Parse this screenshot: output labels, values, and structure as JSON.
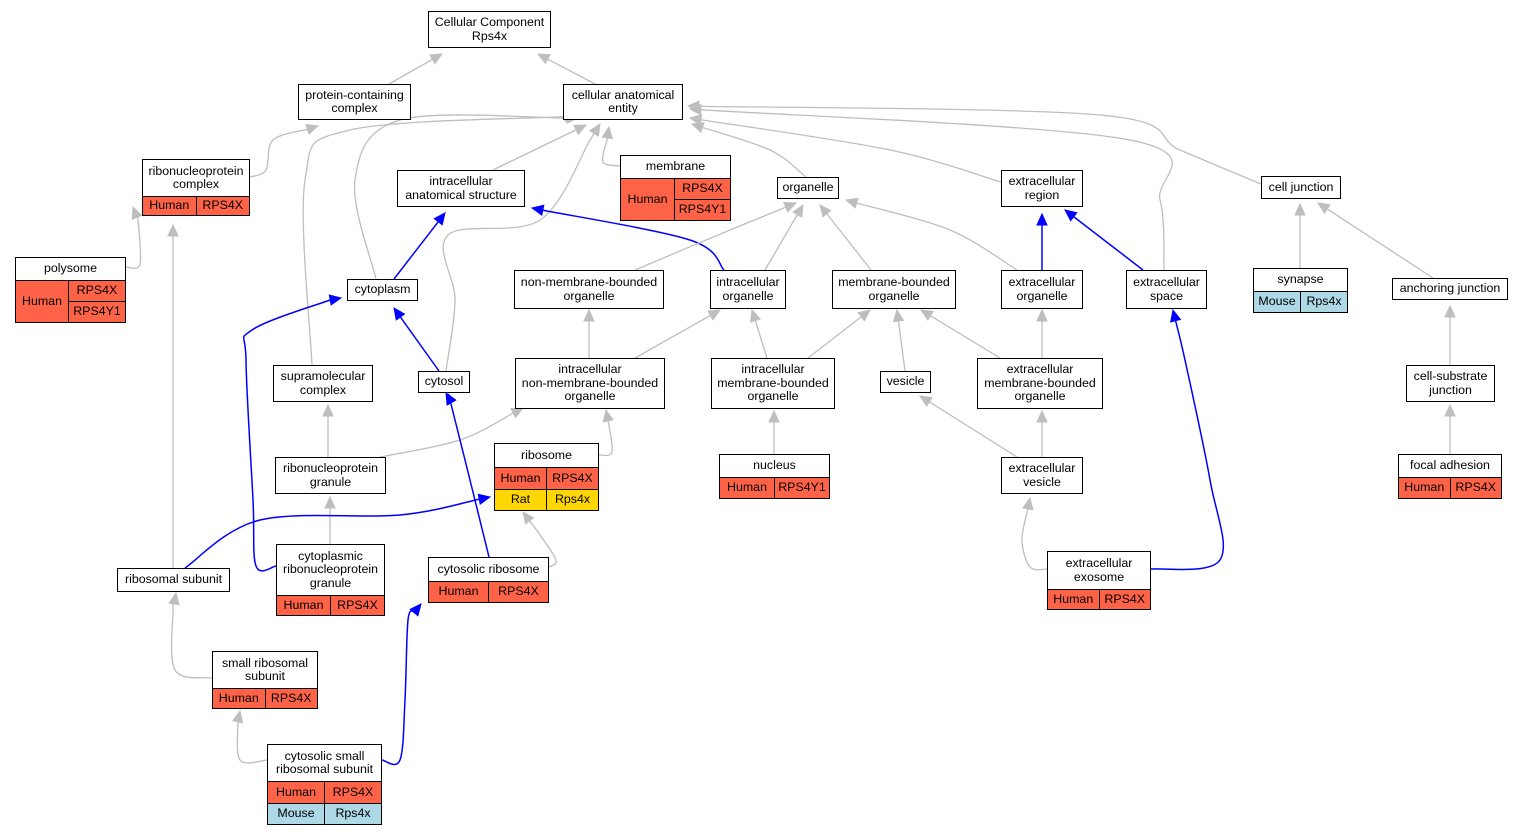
{
  "colors": {
    "is_a_edge": "#bebebe",
    "part_of_edge": "#0000ff",
    "Human": "#ff6347",
    "Rat": "#ffd700",
    "Mouse": "#add8e6"
  },
  "nodes": [
    {
      "id": "root",
      "label": "Cellular Component\nRps4x"
    },
    {
      "id": "pcc",
      "label": "protein-containing\ncomplex"
    },
    {
      "id": "cae",
      "label": "cellular anatomical\nentity"
    },
    {
      "id": "rnp",
      "label": "ribonucleoprotein\ncomplex",
      "annotations": [
        [
          "Human",
          "RPS4X"
        ]
      ]
    },
    {
      "id": "membrane",
      "label": "membrane",
      "group": {
        "species": "Human",
        "genes": [
          "RPS4X",
          "RPS4Y1"
        ]
      }
    },
    {
      "id": "ias",
      "label": "intracellular\nanatomical structure"
    },
    {
      "id": "organelle",
      "label": "organelle"
    },
    {
      "id": "er",
      "label": "extracellular\nregion"
    },
    {
      "id": "cj",
      "label": "cell junction"
    },
    {
      "id": "polysome",
      "label": "polysome",
      "group": {
        "species": "Human",
        "genes": [
          "RPS4X",
          "RPS4Y1"
        ]
      }
    },
    {
      "id": "cytoplasm",
      "label": "cytoplasm"
    },
    {
      "id": "nmbo",
      "label": "non-membrane-bounded\norganelle"
    },
    {
      "id": "io",
      "label": "intracellular\norganelle"
    },
    {
      "id": "mbo",
      "label": "membrane-bounded\norganelle"
    },
    {
      "id": "eo",
      "label": "extracellular\norganelle"
    },
    {
      "id": "es",
      "label": "extracellular\nspace"
    },
    {
      "id": "synapse",
      "label": "synapse",
      "annotations": [
        [
          "Mouse",
          "Rps4x"
        ]
      ]
    },
    {
      "id": "aj",
      "label": "anchoring junction"
    },
    {
      "id": "smc",
      "label": "supramolecular\ncomplex"
    },
    {
      "id": "cytosol",
      "label": "cytosol"
    },
    {
      "id": "inmbo",
      "label": "intracellular\nnon-membrane-bounded\norganelle"
    },
    {
      "id": "imbo",
      "label": "intracellular\nmembrane-bounded\norganelle"
    },
    {
      "id": "vesicle",
      "label": "vesicle"
    },
    {
      "id": "embo",
      "label": "extracellular\nmembrane-bounded\norganelle"
    },
    {
      "id": "csj",
      "label": "cell-substrate\njunction"
    },
    {
      "id": "ribosome",
      "label": "ribosome",
      "annotations": [
        [
          "Human",
          "RPS4X"
        ],
        [
          "Rat",
          "Rps4x"
        ]
      ]
    },
    {
      "id": "rnpg",
      "label": "ribonucleoprotein\ngranule"
    },
    {
      "id": "nucleus",
      "label": "nucleus",
      "annotations": [
        [
          "Human",
          "RPS4Y1"
        ]
      ]
    },
    {
      "id": "ev",
      "label": "extracellular\nvesicle"
    },
    {
      "id": "fa",
      "label": "focal adhesion",
      "annotations": [
        [
          "Human",
          "RPS4X"
        ]
      ]
    },
    {
      "id": "crnpg",
      "label": "cytoplasmic\nribonucleoprotein\ngranule",
      "annotations": [
        [
          "Human",
          "RPS4X"
        ]
      ]
    },
    {
      "id": "cr",
      "label": "cytosolic ribosome",
      "annotations": [
        [
          "Human",
          "RPS4X"
        ]
      ]
    },
    {
      "id": "rs",
      "label": "ribosomal subunit"
    },
    {
      "id": "exo",
      "label": "extracellular\nexosome",
      "annotations": [
        [
          "Human",
          "RPS4X"
        ]
      ]
    },
    {
      "id": "srs",
      "label": "small ribosomal\nsubunit",
      "annotations": [
        [
          "Human",
          "RPS4X"
        ]
      ]
    },
    {
      "id": "csrs",
      "label": "cytosolic small\nribosomal subunit",
      "annotations": [
        [
          "Human",
          "RPS4X"
        ],
        [
          "Mouse",
          "Rps4x"
        ]
      ]
    }
  ],
  "edges": [
    {
      "from": "pcc",
      "to": "root",
      "relation": "is_a"
    },
    {
      "from": "cae",
      "to": "root",
      "relation": "is_a"
    },
    {
      "from": "rnp",
      "to": "pcc",
      "relation": "is_a"
    },
    {
      "from": "membrane",
      "to": "cae",
      "relation": "is_a"
    },
    {
      "from": "ias",
      "to": "cae",
      "relation": "is_a"
    },
    {
      "from": "organelle",
      "to": "cae",
      "relation": "is_a"
    },
    {
      "from": "er",
      "to": "cae",
      "relation": "is_a"
    },
    {
      "from": "cj",
      "to": "cae",
      "relation": "is_a"
    },
    {
      "from": "smc",
      "to": "cae",
      "relation": "is_a"
    },
    {
      "from": "cytoplasm",
      "to": "cae",
      "relation": "is_a"
    },
    {
      "from": "cytosol",
      "to": "cae",
      "relation": "is_a"
    },
    {
      "from": "es",
      "to": "cae",
      "relation": "is_a"
    },
    {
      "from": "polysome",
      "to": "rnp",
      "relation": "is_a"
    },
    {
      "from": "rs",
      "to": "rnp",
      "relation": "is_a"
    },
    {
      "from": "cytoplasm",
      "to": "ias",
      "relation": "part_of"
    },
    {
      "from": "io",
      "to": "ias",
      "relation": "part_of"
    },
    {
      "from": "nmbo",
      "to": "organelle",
      "relation": "is_a"
    },
    {
      "from": "io",
      "to": "organelle",
      "relation": "is_a"
    },
    {
      "from": "mbo",
      "to": "organelle",
      "relation": "is_a"
    },
    {
      "from": "eo",
      "to": "organelle",
      "relation": "is_a"
    },
    {
      "from": "eo",
      "to": "er",
      "relation": "part_of"
    },
    {
      "from": "es",
      "to": "er",
      "relation": "part_of"
    },
    {
      "from": "synapse",
      "to": "cj",
      "relation": "is_a"
    },
    {
      "from": "aj",
      "to": "cj",
      "relation": "is_a"
    },
    {
      "from": "cytosol",
      "to": "cytoplasm",
      "relation": "part_of"
    },
    {
      "from": "crnpg",
      "to": "cytoplasm",
      "relation": "part_of"
    },
    {
      "from": "inmbo",
      "to": "nmbo",
      "relation": "is_a"
    },
    {
      "from": "inmbo",
      "to": "io",
      "relation": "is_a"
    },
    {
      "from": "imbo",
      "to": "io",
      "relation": "is_a"
    },
    {
      "from": "imbo",
      "to": "mbo",
      "relation": "is_a"
    },
    {
      "from": "vesicle",
      "to": "mbo",
      "relation": "is_a"
    },
    {
      "from": "embo",
      "to": "mbo",
      "relation": "is_a"
    },
    {
      "from": "embo",
      "to": "eo",
      "relation": "is_a"
    },
    {
      "from": "exo",
      "to": "es",
      "relation": "part_of"
    },
    {
      "from": "csj",
      "to": "aj",
      "relation": "is_a"
    },
    {
      "from": "rnpg",
      "to": "smc",
      "relation": "is_a"
    },
    {
      "from": "rnpg",
      "to": "inmbo",
      "relation": "is_a"
    },
    {
      "from": "ribosome",
      "to": "inmbo",
      "relation": "is_a"
    },
    {
      "from": "cr",
      "to": "cytosol",
      "relation": "part_of"
    },
    {
      "from": "nucleus",
      "to": "imbo",
      "relation": "is_a"
    },
    {
      "from": "ev",
      "to": "vesicle",
      "relation": "is_a"
    },
    {
      "from": "ev",
      "to": "embo",
      "relation": "is_a"
    },
    {
      "from": "fa",
      "to": "csj",
      "relation": "is_a"
    },
    {
      "from": "crnpg",
      "to": "rnpg",
      "relation": "is_a"
    },
    {
      "from": "cr",
      "to": "ribosome",
      "relation": "is_a"
    },
    {
      "from": "rs",
      "to": "ribosome",
      "relation": "part_of"
    },
    {
      "from": "exo",
      "to": "ev",
      "relation": "is_a"
    },
    {
      "from": "srs",
      "to": "rs",
      "relation": "is_a"
    },
    {
      "from": "csrs",
      "to": "srs",
      "relation": "is_a"
    },
    {
      "from": "csrs",
      "to": "cr",
      "relation": "part_of"
    }
  ]
}
